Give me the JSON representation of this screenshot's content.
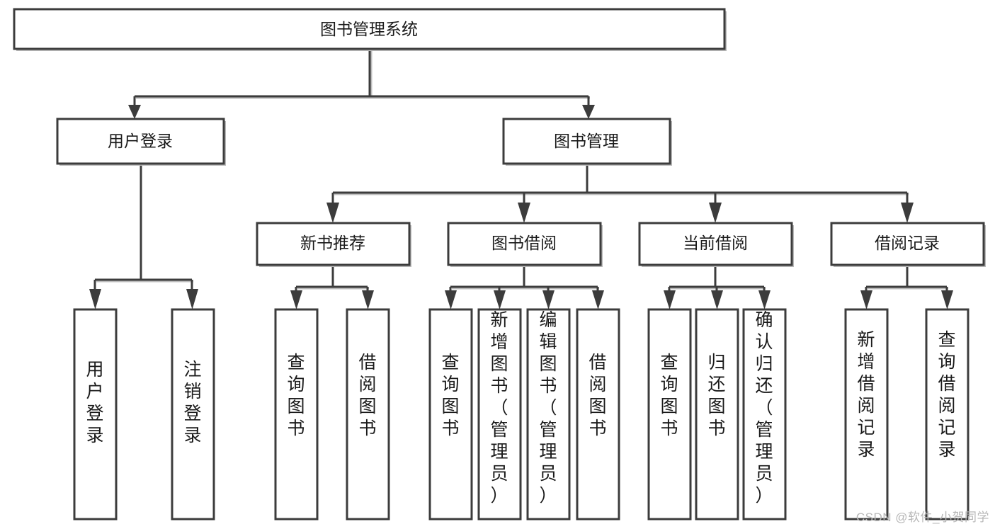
{
  "diagram": {
    "type": "tree-hierarchy",
    "title_box": {
      "label": "图书管理系统"
    },
    "level2": [
      {
        "label": "用户登录"
      },
      {
        "label": "图书管理"
      }
    ],
    "level3": [
      {
        "label": "新书推荐"
      },
      {
        "label": "图书借阅"
      },
      {
        "label": "当前借阅"
      },
      {
        "label": "借阅记录"
      }
    ],
    "leaves": {
      "user_login": [
        {
          "label": "用户登录"
        },
        {
          "label": "注销登录"
        }
      ],
      "new_book_recommend": [
        {
          "label": "查询图书"
        },
        {
          "label": "借阅图书"
        }
      ],
      "book_borrow": [
        {
          "label": "查询图书"
        },
        {
          "label": "新增图书（管理员）"
        },
        {
          "label": "编辑图书（管理员）"
        },
        {
          "label": "借阅图书"
        }
      ],
      "current_borrow": [
        {
          "label": "查询图书"
        },
        {
          "label": "归还图书"
        },
        {
          "label": "确认归还（管理员）"
        }
      ],
      "borrow_record": [
        {
          "label": "新增借阅记录"
        },
        {
          "label": "查询借阅记录"
        }
      ]
    },
    "colors": {
      "box_stroke": "#3c3c3c",
      "box_fill": "#ffffff",
      "connector": "#3c3c3c",
      "shadow": "#b9b9b9",
      "text": "#1a1a1a",
      "watermark": "#b7b7b7"
    }
  },
  "watermark": {
    "text": "CSDN @软件_小贺同学"
  }
}
